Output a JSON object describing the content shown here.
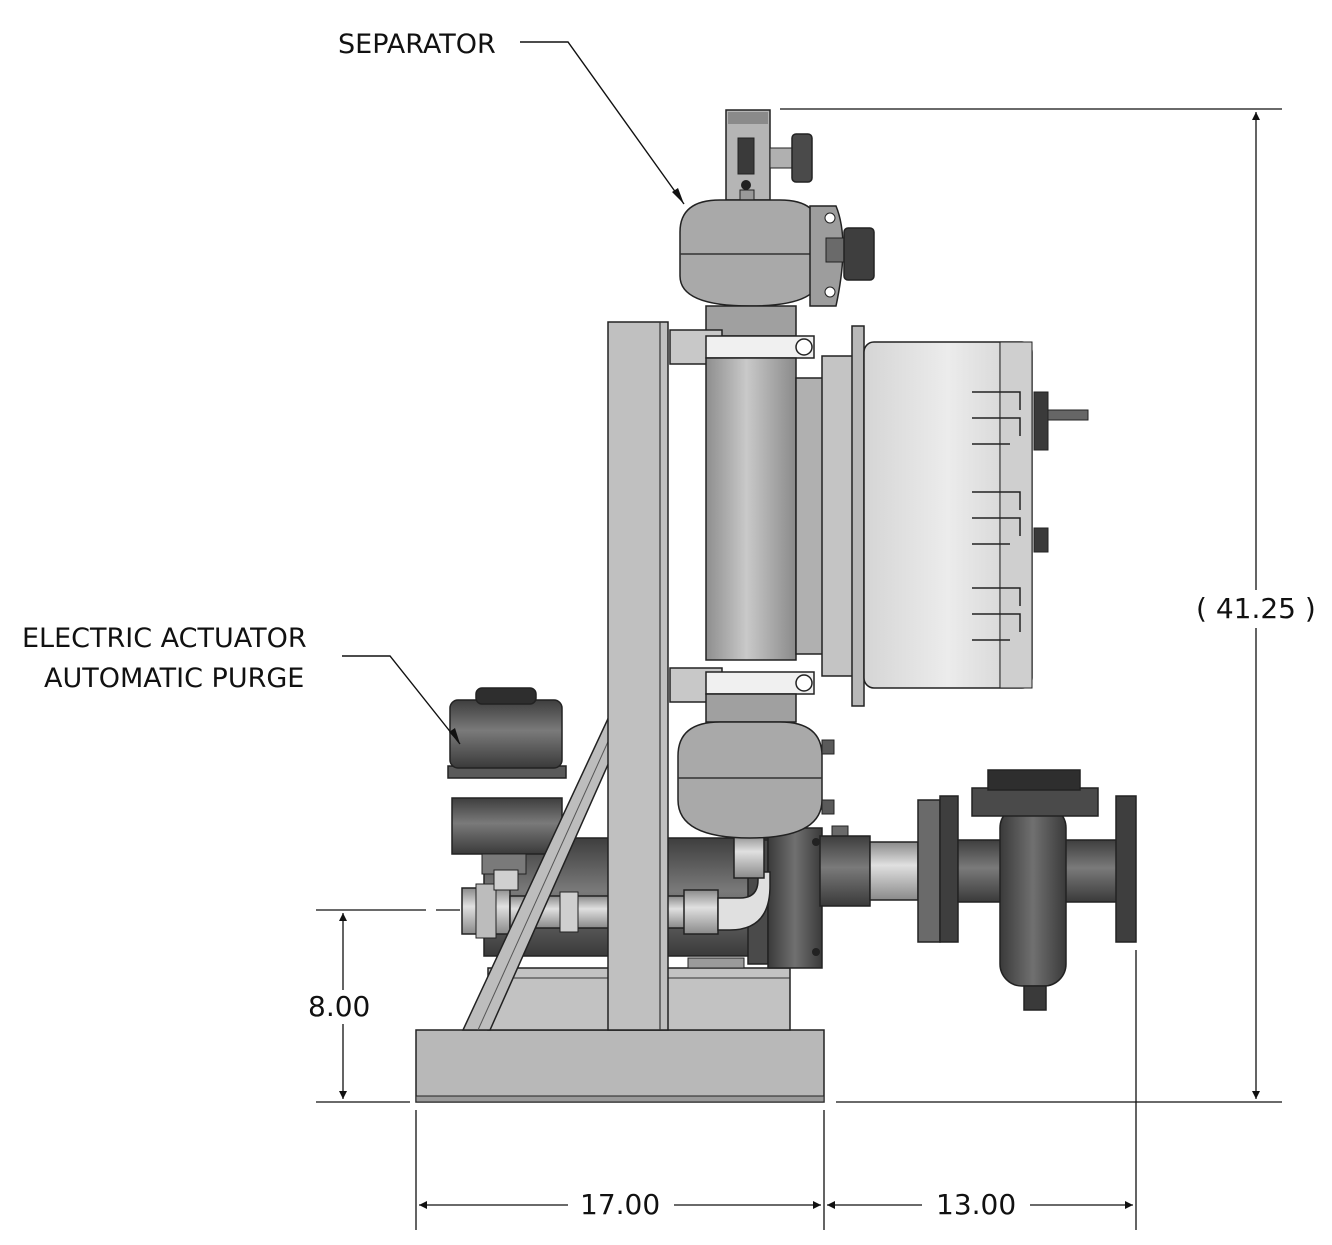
{
  "callouts": {
    "separator": "SEPARATOR",
    "actuator_line1": "ELECTRIC ACTUATOR",
    "actuator_line2": "AUTOMATIC PURGE"
  },
  "dimensions": {
    "overall_height": "( 41.25 )",
    "inlet_height": "8.00",
    "base_width": "17.00",
    "strainer_offset": "13.00"
  },
  "colors": {
    "frame": "#bcbcbc",
    "dark_metal": "#5a5a5a",
    "vessel": "#a8a8a8",
    "enclosure": "#e2e2e2",
    "line": "#111111"
  }
}
